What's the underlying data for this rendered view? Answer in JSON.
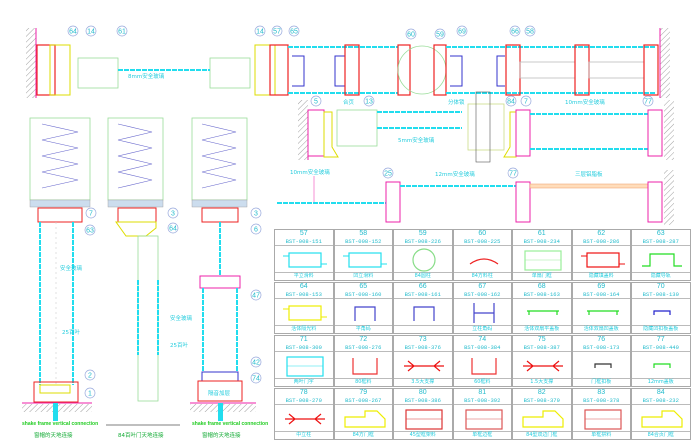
{
  "top_section": {
    "callouts": [
      "64",
      "14",
      "61",
      "14",
      "57",
      "65",
      "60",
      "59",
      "69",
      "66",
      "58"
    ],
    "glass_label": "8mm安全玻璃"
  },
  "middle_section": {
    "callouts": [
      "5",
      "13",
      "84",
      "7",
      "77"
    ],
    "hinge_label": "合页",
    "lock_label": "分体锁",
    "glass_10_label": "10mm安全玻璃",
    "glass_5_label": "5mm安全玻璃"
  },
  "lower_section": {
    "callouts": [
      "25",
      "77"
    ],
    "glass_10_label": "10mm安全玻璃",
    "glass_12_label": "12mm安全玻璃",
    "panel_label": "三层铝脂板"
  },
  "left_details": [
    {
      "callouts": [
        "7",
        "63",
        "2",
        "1"
      ],
      "glass_label": "安全玻璃",
      "louver_label": "25百叶",
      "caption_en": "shake frame vertical connection",
      "caption": "窗帽的天地连接"
    },
    {
      "callouts": [
        "3",
        "64"
      ],
      "glass_label": "安全玻璃",
      "louver_label": "25百叶",
      "caption": "84百叶门天地连接"
    },
    {
      "callouts": [
        "3",
        "6",
        "47",
        "42",
        "74"
      ],
      "fill_label": "隔音加层",
      "caption_en": "shake frame vertical connection",
      "caption": "窗帽的天地连接"
    }
  ],
  "profile_table": [
    {
      "num": "57",
      "code": "BST-008-151",
      "name": "平立滑料",
      "color": "#22e0ee",
      "shape": "frame"
    },
    {
      "num": "58",
      "code": "BST-008-152",
      "name": "凹立滑料",
      "color": "#22e0ee",
      "shape": "frame"
    },
    {
      "num": "59",
      "code": "BST-008-226",
      "name": "84圆柱",
      "color": "#88dd88",
      "shape": "circle"
    },
    {
      "num": "60",
      "code": "BST-008-225",
      "name": "84方料柱",
      "color": "#ee2222",
      "shape": "arc"
    },
    {
      "num": "61",
      "code": "BST-008-234",
      "name": "单扇门框",
      "color": "#99ee99",
      "shape": "box"
    },
    {
      "num": "62",
      "code": "BST-008-286",
      "name": "隐藏填盖料",
      "color": "#ee1111",
      "shape": "frame"
    },
    {
      "num": "63",
      "code": "BST-008-287",
      "name": "隐藏导轨",
      "color": "#22dd22",
      "shape": "hat"
    },
    {
      "num": "64",
      "code": "BST-008-153",
      "name": "活体隔光料",
      "color": "#eeee00",
      "shape": "frame"
    },
    {
      "num": "65",
      "code": "BST-008-160",
      "name": "平角码",
      "color": "#4444cc",
      "shape": "channel"
    },
    {
      "num": "66",
      "code": "BST-008-161",
      "name": "",
      "color": "#4444cc",
      "shape": "channel"
    },
    {
      "num": "67",
      "code": "BST-008-162",
      "name": "立柱角码",
      "color": "#4444cc",
      "shape": "ibeam"
    },
    {
      "num": "68",
      "code": "BST-008-163",
      "name": "活体双扇平盖板",
      "color": "#22dd22",
      "shape": "flat"
    },
    {
      "num": "69",
      "code": "BST-008-164",
      "name": "活体双扇凹盖板",
      "color": "#22dd22",
      "shape": "flat"
    },
    {
      "num": "70",
      "code": "BST-008-130",
      "name": "隐藏凹扣板盖板",
      "color": "#2222cc",
      "shape": "small"
    },
    {
      "num": "71",
      "code": "BST-008-300",
      "name": "两叶门字",
      "color": "#22e0ee",
      "shape": "box"
    },
    {
      "num": "72",
      "code": "BST-008-276",
      "name": "80框料",
      "color": "#ee3333",
      "shape": "cup"
    },
    {
      "num": "73",
      "code": "BST-008-376",
      "name": "3.5大支撑",
      "color": "#ee1111",
      "shape": "strut"
    },
    {
      "num": "74",
      "code": "BST-008-384",
      "name": "60框料",
      "color": "#ee3333",
      "shape": "cup"
    },
    {
      "num": "75",
      "code": "BST-008-387",
      "name": "1.5大支撑",
      "color": "#ee1111",
      "shape": "strut"
    },
    {
      "num": "76",
      "code": "BST-008-173",
      "name": "门框扣板",
      "color": "#333333",
      "shape": "small"
    },
    {
      "num": "77",
      "code": "BST-008-440",
      "name": "12mm盖板",
      "color": "#22dd22",
      "shape": "small"
    },
    {
      "num": "78",
      "code": "BST-008-270",
      "name": "中立柱",
      "color": "#ee1111",
      "shape": "strut"
    },
    {
      "num": "79",
      "code": "BST-008-267",
      "name": "84方门框",
      "color": "#eeee00",
      "shape": "profile"
    },
    {
      "num": "80",
      "code": "BST-008-386",
      "name": "45型框架料",
      "color": "#dd3333",
      "shape": "box"
    },
    {
      "num": "81",
      "code": "BST-008-392",
      "name": "单框边框",
      "color": "#dd5555",
      "shape": "box"
    },
    {
      "num": "82",
      "code": "BST-008-379",
      "name": "84型双边门框",
      "color": "#eeee00",
      "shape": "profile"
    },
    {
      "num": "83",
      "code": "BST-008-378",
      "name": "单框拼料",
      "color": "#dd5555",
      "shape": "box"
    },
    {
      "num": "84",
      "code": "BST-008-232",
      "name": "84合页门框",
      "color": "#eeee00",
      "shape": "profile"
    }
  ]
}
